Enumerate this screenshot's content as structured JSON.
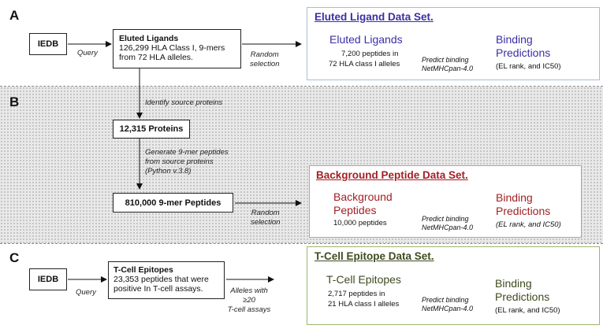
{
  "sections": {
    "a": "A",
    "b": "B",
    "c": "C"
  },
  "colors": {
    "el": "#3b2ea6",
    "bg": "#a31f24",
    "tc": "#3e4a1e",
    "el_border": "#a9bcd6",
    "bg_border": "#d9929c",
    "tc_border": "#9cb56c"
  },
  "a": {
    "iedb": "IEDB",
    "query": "Query",
    "eluted_title": "Eluted Ligands",
    "eluted_l1": "126,299 HLA Class I, 9-mers",
    "eluted_l2": "from 72 HLA alleles.",
    "random": "Random",
    "selection": "selection",
    "panel_title": "Eluted Ligand Data Set.",
    "big_left": "Eluted Ligands",
    "left_l1": "7,200 peptides in",
    "left_l2": "72 HLA class I alleles",
    "predict": "Predict binding",
    "netmhc": "NetMHCpan-4.0",
    "binding": "Binding",
    "predictions": "Predictions",
    "paren": "(EL rank, and IC50)"
  },
  "b": {
    "identify": "Identify source proteins",
    "proteins": "12,315 Proteins",
    "gen1": "Generate 9-mer peptides",
    "gen2": "from source proteins",
    "gen3": "(Python v.3.8)",
    "peptides": "810,000 9-mer Peptides",
    "random": "Random",
    "selection": "selection",
    "panel_title": "Background Peptide Data Set.",
    "big_l1": "Background",
    "big_l2": "Peptides",
    "small": "10,000 peptides",
    "predict": "Predict binding",
    "netmhc": "NetMHCpan-4.0",
    "binding": "Binding",
    "predictions": "Predictions",
    "paren": "(EL rank, and IC50)"
  },
  "c": {
    "iedb": "IEDB",
    "query": "Query",
    "tc_title": "T-Cell Epitopes",
    "tc_l1": "23,353 peptides that were",
    "tc_l2": "positive In T-cell assays.",
    "alleles_l1": "Alleles with ≥20",
    "alleles_l2": "T-cell assays",
    "panel_title": "T-Cell Epitope Data Set.",
    "big_left": "T-Cell Epitopes",
    "left_l1": "2,717 peptides in",
    "left_l2": "21 HLA class I alleles",
    "predict": "Predict binding",
    "netmhc": "NetMHCpan-4.0",
    "binding": "Binding",
    "predictions": "Predictions",
    "paren": "(EL rank, and IC50)"
  }
}
